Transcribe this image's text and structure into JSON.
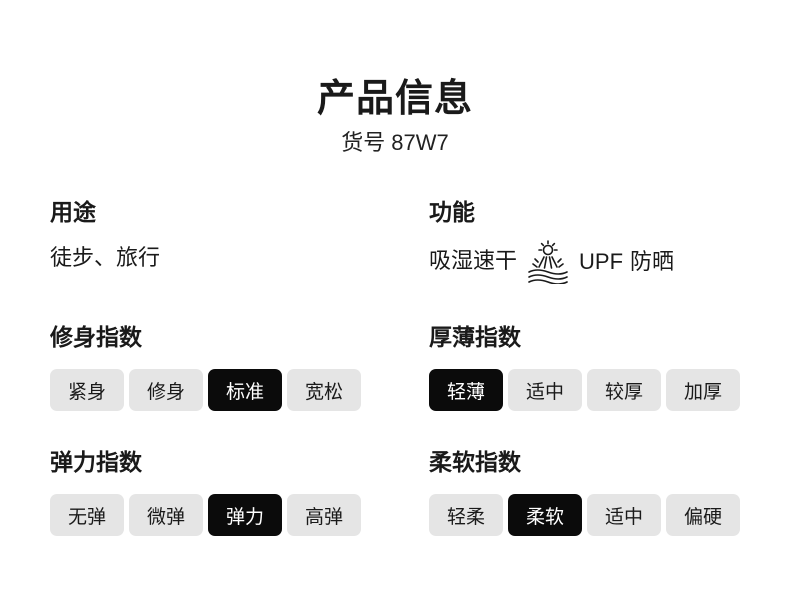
{
  "title": "产品信息",
  "sku": {
    "label": "货号",
    "value": "87W7"
  },
  "usage": {
    "title": "用途",
    "text": "徒步、旅行"
  },
  "function": {
    "title": "功能",
    "text": "吸湿速干",
    "icon": "sun-upf-icon",
    "upf_latin": "UPF",
    "upf_cn": "防晒"
  },
  "fit": {
    "title": "修身指数",
    "options": [
      "紧身",
      "修身",
      "标准",
      "宽松"
    ],
    "selected": "标准"
  },
  "thickness": {
    "title": "厚薄指数",
    "options": [
      "轻薄",
      "适中",
      "较厚",
      "加厚"
    ],
    "selected": "轻薄"
  },
  "elasticity": {
    "title": "弹力指数",
    "options": [
      "无弹",
      "微弹",
      "弹力",
      "高弹"
    ],
    "selected": "弹力"
  },
  "softness": {
    "title": "柔软指数",
    "options": [
      "轻柔",
      "柔软",
      "适中",
      "偏硬"
    ],
    "selected": "柔软"
  },
  "colors": {
    "chip_bg": "#e5e5e5",
    "chip_active_bg": "#0b0b0b",
    "text": "#1a1a1a"
  }
}
